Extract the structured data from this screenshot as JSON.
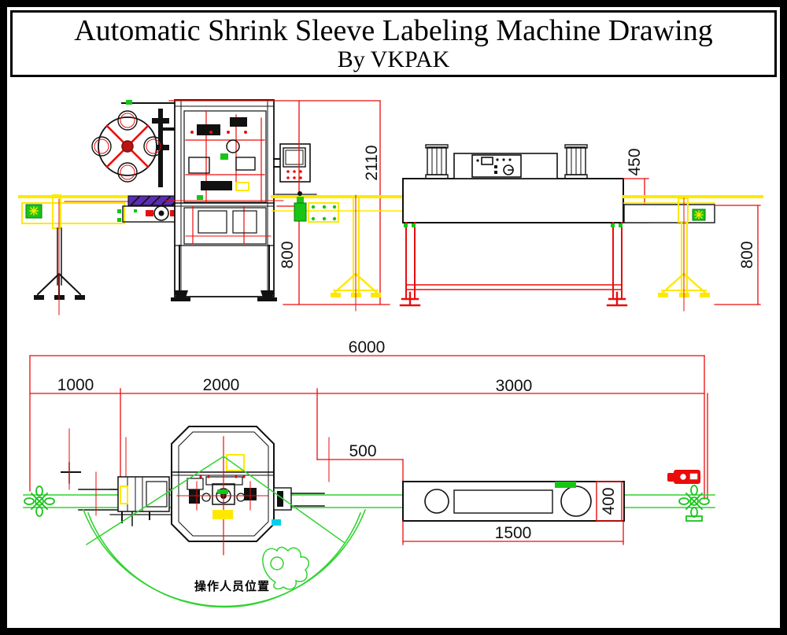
{
  "title": {
    "line1": "Automatic Shrink Sleeve Labeling Machine Drawing",
    "line2": "By VKPAK"
  },
  "side_view": {
    "dimensions": {
      "overall_height": "2110",
      "tunnel_body_height": "450",
      "labeler_conveyor_height": "800",
      "outfeed_conveyor_height": "800"
    }
  },
  "plan_view": {
    "dimensions": {
      "total_length": "6000",
      "infeed_section": "1000",
      "labeler_section": "2000",
      "outfeed_section": "3000",
      "labeler_to_tunnel_gap": "500",
      "tunnel_length": "1500",
      "tunnel_width": "400"
    },
    "operator_position_label": "操作人员位置"
  },
  "colors": {
    "dimension_red": "#ea0c0c",
    "conveyor_yellow": "#ffe800",
    "plan_green": "#2fd32f",
    "component_green": "#17c517",
    "screw_purple": "#5b2db4",
    "accent_cyan": "#00cfe8",
    "line_black": "#111111"
  }
}
